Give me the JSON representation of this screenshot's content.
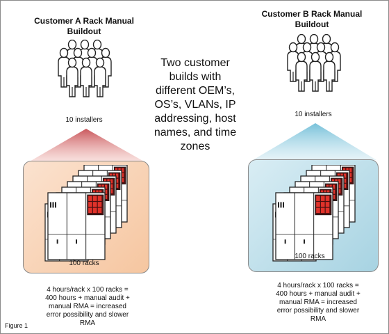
{
  "customer_a": {
    "title_line1": "Customer A Rack Manual",
    "title_line2": "Buildout",
    "installers_label": "10 installers",
    "racks_label": "100 racks",
    "description_lines": [
      "4 hours/rack x 100 racks =",
      "400 hours + manual audit +",
      "manual RMA = increased",
      "error possibility and slower",
      "RMA"
    ],
    "panel_color": "#f6c6a0",
    "beam_color": "#c0393f"
  },
  "customer_b": {
    "title_line1": "Customer B Rack Manual",
    "title_line2": "Buildout",
    "installers_label": "10 installers",
    "racks_label": "100 racks",
    "description_lines": [
      "4 hours/rack x 100 racks =",
      "400 hours + manual audit +",
      "manual RMA = increased",
      "error possibility and slower",
      "RMA"
    ],
    "panel_color": "#a7d3e2",
    "beam_color": "#5fb6d3"
  },
  "center_text_lines": [
    "Two customer",
    "builds with",
    "different OEM’s,",
    "OS’s, VLANs, IP",
    "addressing, host",
    "names, and time",
    "zones"
  ],
  "figure_label": "Figure 1",
  "icons": {
    "installer": "person-icon",
    "rack": "server-rack-icon"
  }
}
